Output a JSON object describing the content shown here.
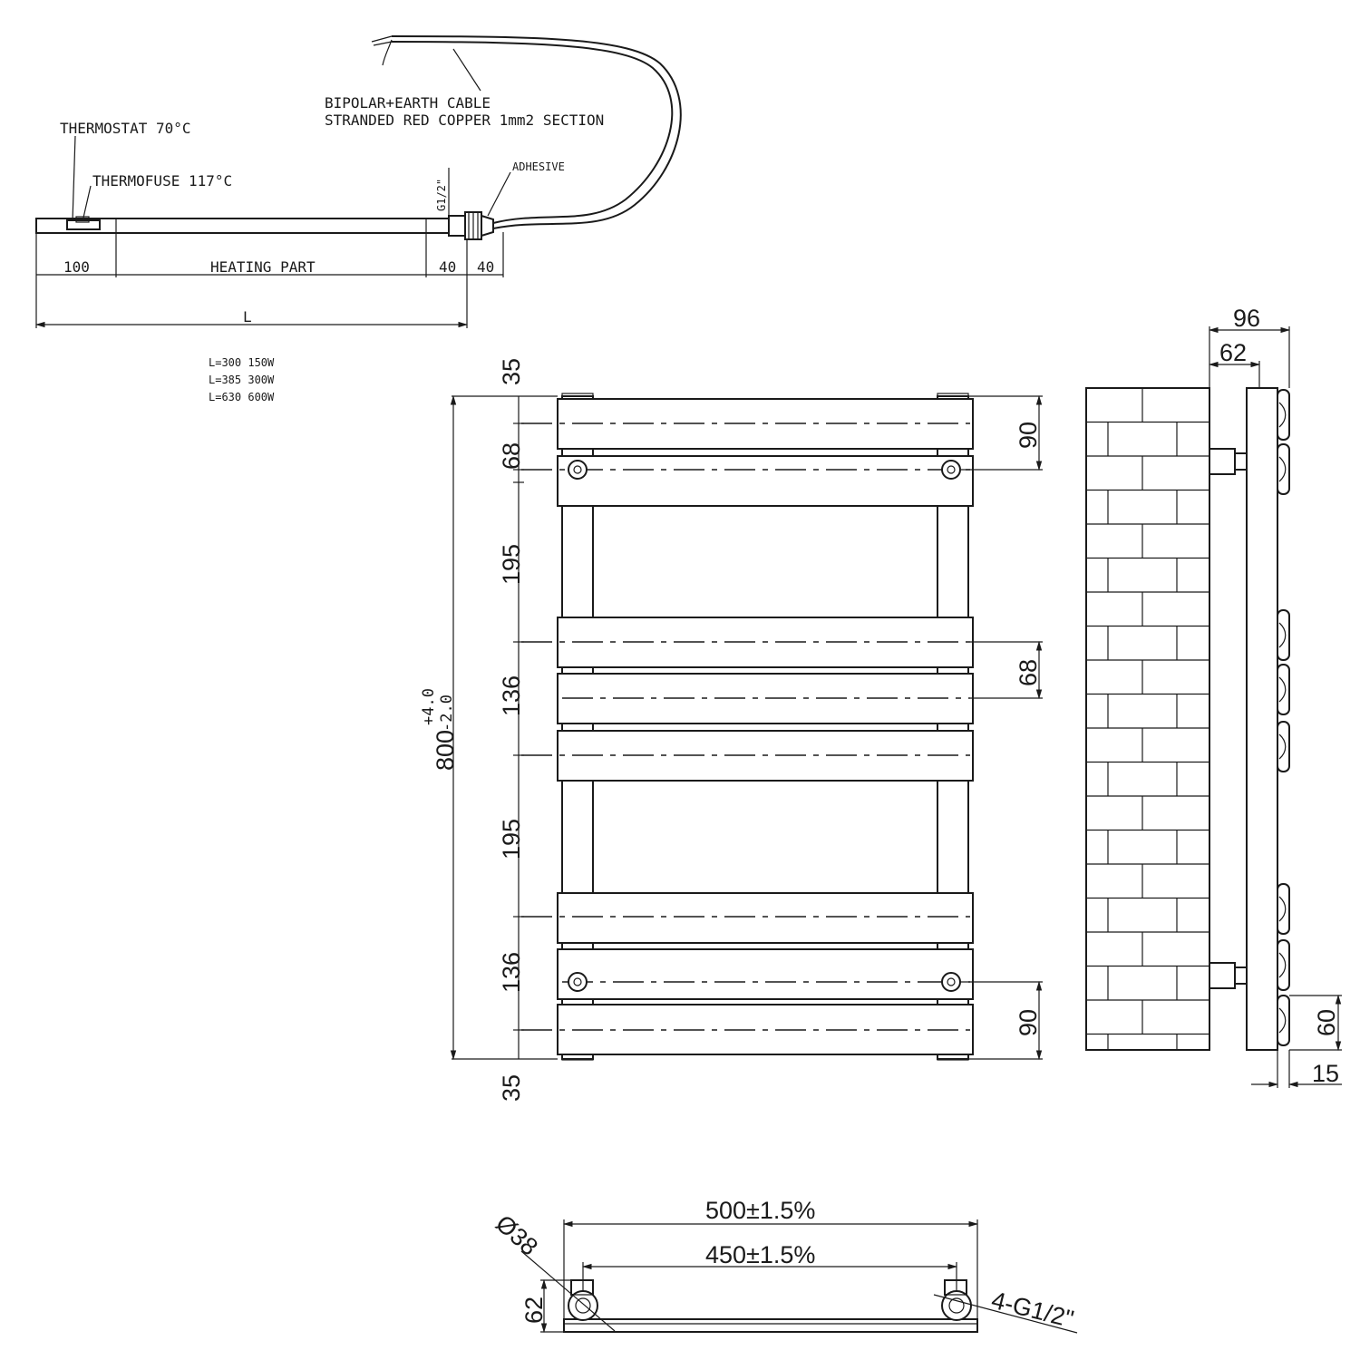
{
  "heater": {
    "cable_line1": "BIPOLAR+EARTH CABLE",
    "cable_line2": "STRANDED RED COPPER 1mm2 SECTION",
    "thermostat": "THERMOSTAT 70°C",
    "thermofuse": "THERMOFUSE 117°C",
    "thread": "G1/2\"",
    "adhesive": "ADHESIVE",
    "dim_100": "100",
    "heating_part": "HEATING PART",
    "dim_40a": "40",
    "dim_40b": "40",
    "dim_L": "L",
    "options": [
      "L=300 150W",
      "L=385 300W",
      "L=630 600W"
    ]
  },
  "front": {
    "height_main": "800",
    "tol_plus": "+4.0",
    "tol_minus": "-2.0",
    "left_dims": [
      "35",
      "68",
      "195",
      "136",
      "195",
      "136",
      "35"
    ],
    "right_top": "90",
    "right_mid": "68",
    "right_bottom": "90"
  },
  "side": {
    "depth_96": "96",
    "depth_62": "62",
    "dim_60": "60",
    "dim_15": "15"
  },
  "bottom": {
    "width_500": "500±1.5%",
    "width_450": "450±1.5%",
    "diameter": "Ø38",
    "depth_62": "62",
    "connections": "4-G1/2\""
  }
}
